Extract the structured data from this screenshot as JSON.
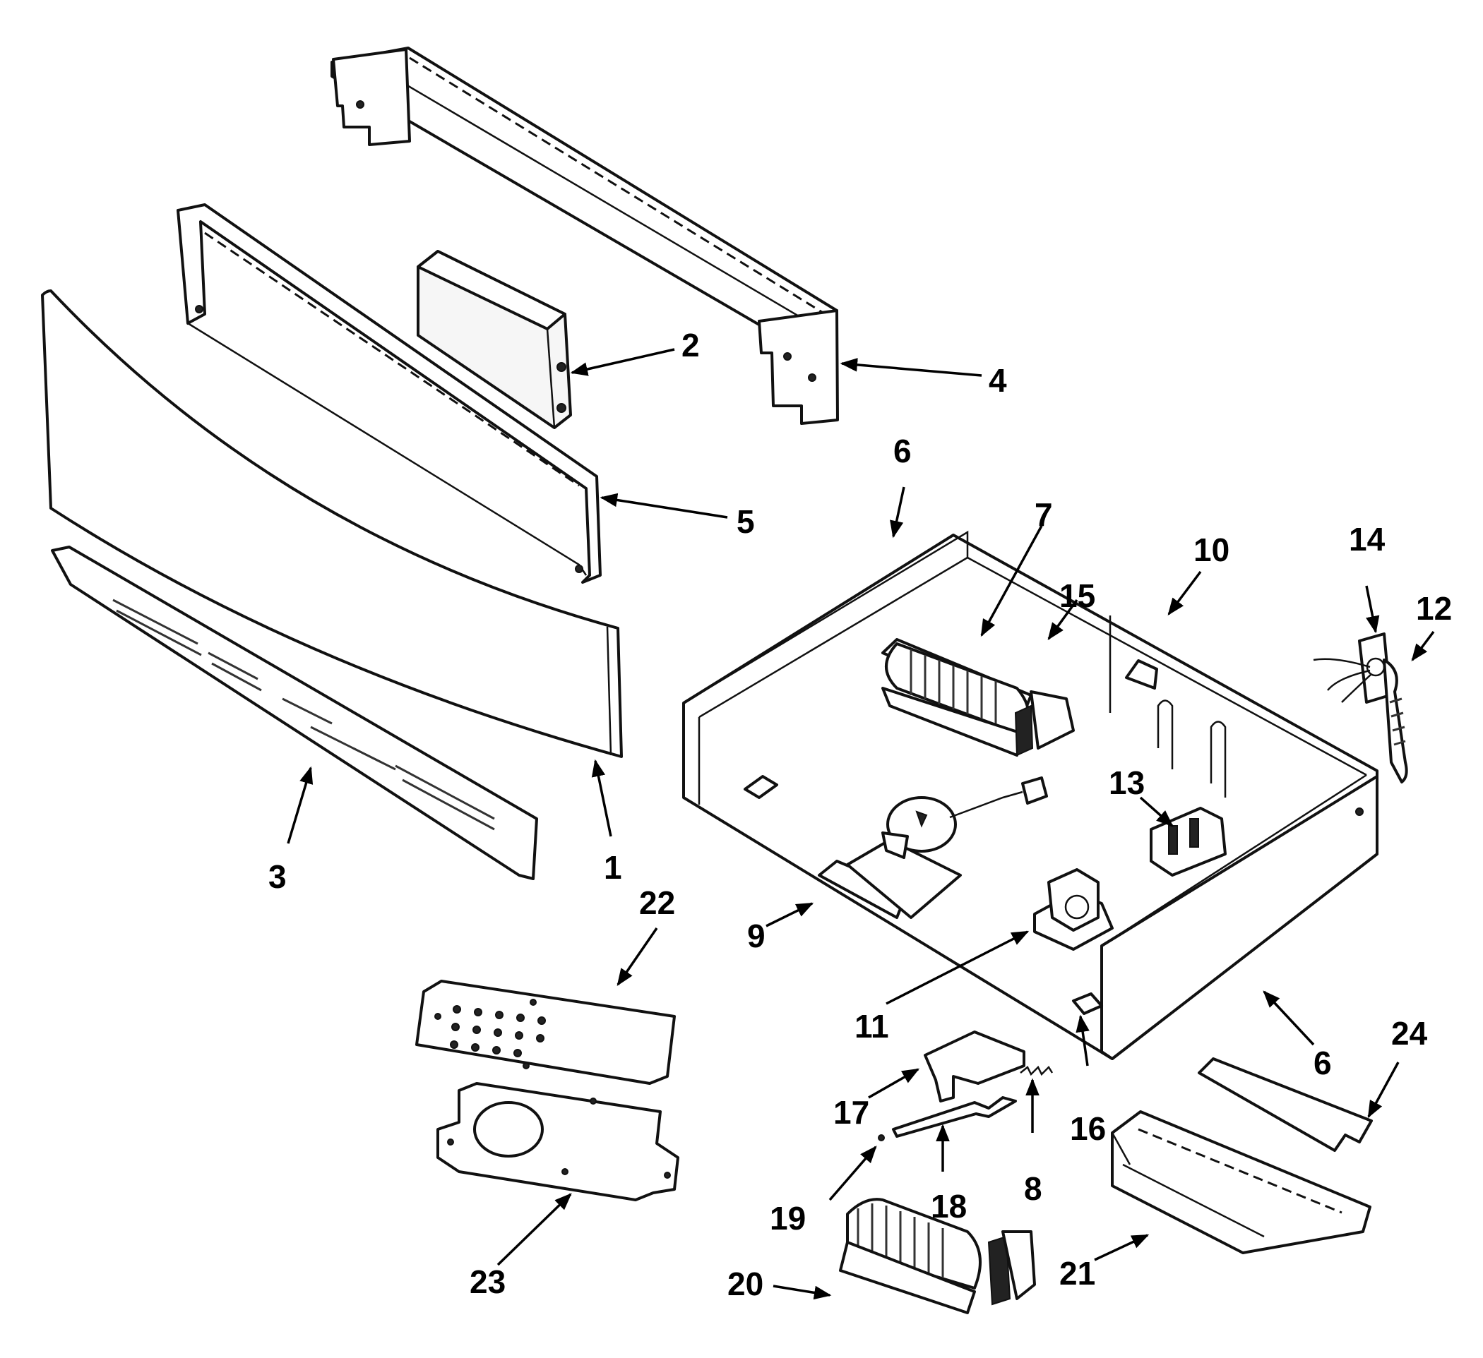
{
  "diagram": {
    "callouts": {
      "c1": "1",
      "c2": "2",
      "c3": "3",
      "c4": "4",
      "c5": "5",
      "c6a": "6",
      "c6b": "6",
      "c7": "7",
      "c8": "8",
      "c9": "9",
      "c10": "10",
      "c11": "11",
      "c12": "12",
      "c13": "13",
      "c14": "14",
      "c15": "15",
      "c16": "16",
      "c17": "17",
      "c18": "18",
      "c19": "19",
      "c20": "20",
      "c21": "21",
      "c22": "22",
      "c23": "23",
      "c24": "24"
    }
  }
}
